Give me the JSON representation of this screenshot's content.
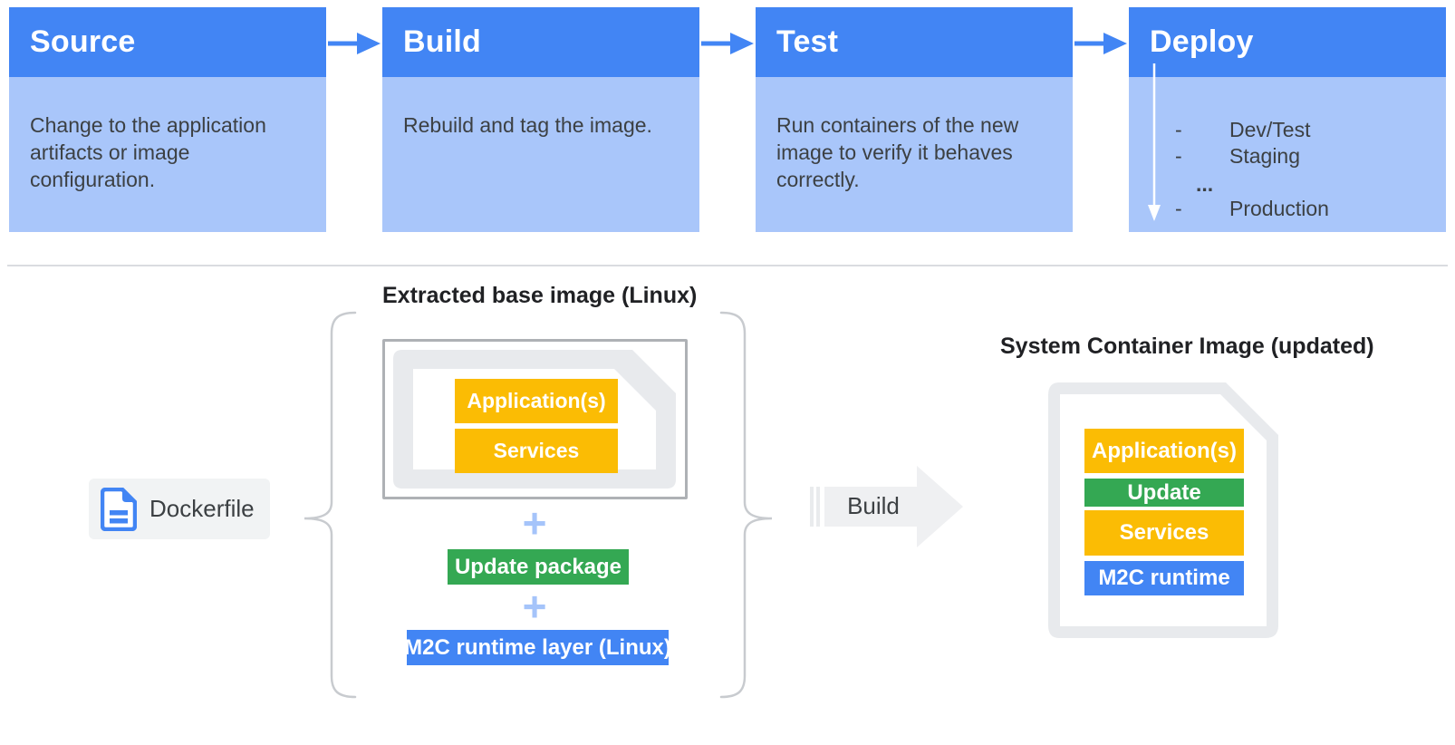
{
  "colors": {
    "stage_header_blue": "#4285F4",
    "stage_body_blue": "#A9C6FA",
    "connector_blue": "#4285F4",
    "yellow": "#FBBC04",
    "green": "#34A853",
    "blue_box": "#4285F4",
    "plus_blue": "#A5C4FA",
    "doc_gray": "#E8EAED",
    "chip_gray": "#F1F3F4",
    "build_arrow_gray": "#EFF0F2",
    "divider_gray": "#DADCE0",
    "dark_text": "#3C4043",
    "title_text": "#202124"
  },
  "pipeline": {
    "stages": [
      {
        "title": "Source",
        "description": "Change to the application artifacts or image configuration."
      },
      {
        "title": "Build",
        "description": "Rebuild and tag the image."
      },
      {
        "title": "Test",
        "description": "Run containers of the new image to verify it behaves correctly."
      },
      {
        "title": "Deploy",
        "items": [
          {
            "bullet": "-",
            "label": "Dev/Test"
          },
          {
            "bullet": "-",
            "label": "Staging"
          },
          {
            "bullet": "",
            "label": "..."
          },
          {
            "bullet": "-",
            "label": "Production"
          }
        ]
      }
    ]
  },
  "build_flow": {
    "dockerfile_label": "Dockerfile",
    "plus_sign": "+",
    "base_image": {
      "title": "Extracted base image (Linux)",
      "document_layers": [
        {
          "label": "Application(s)",
          "color": "#FBBC04"
        },
        {
          "label": "Services",
          "color": "#FBBC04"
        }
      ],
      "additions": [
        {
          "label": "Update package",
          "color": "#34A853"
        },
        {
          "label": "M2C runtime layer (Linux)",
          "color": "#4285F4"
        }
      ]
    },
    "build_arrow_label": "Build",
    "result_image": {
      "title": "System Container Image (updated)",
      "layers": [
        {
          "label": "Application(s)",
          "color": "#FBBC04"
        },
        {
          "label": "Update",
          "color": "#34A853"
        },
        {
          "label": "Services",
          "color": "#FBBC04"
        },
        {
          "label": "M2C runtime",
          "color": "#4285F4"
        }
      ]
    }
  }
}
